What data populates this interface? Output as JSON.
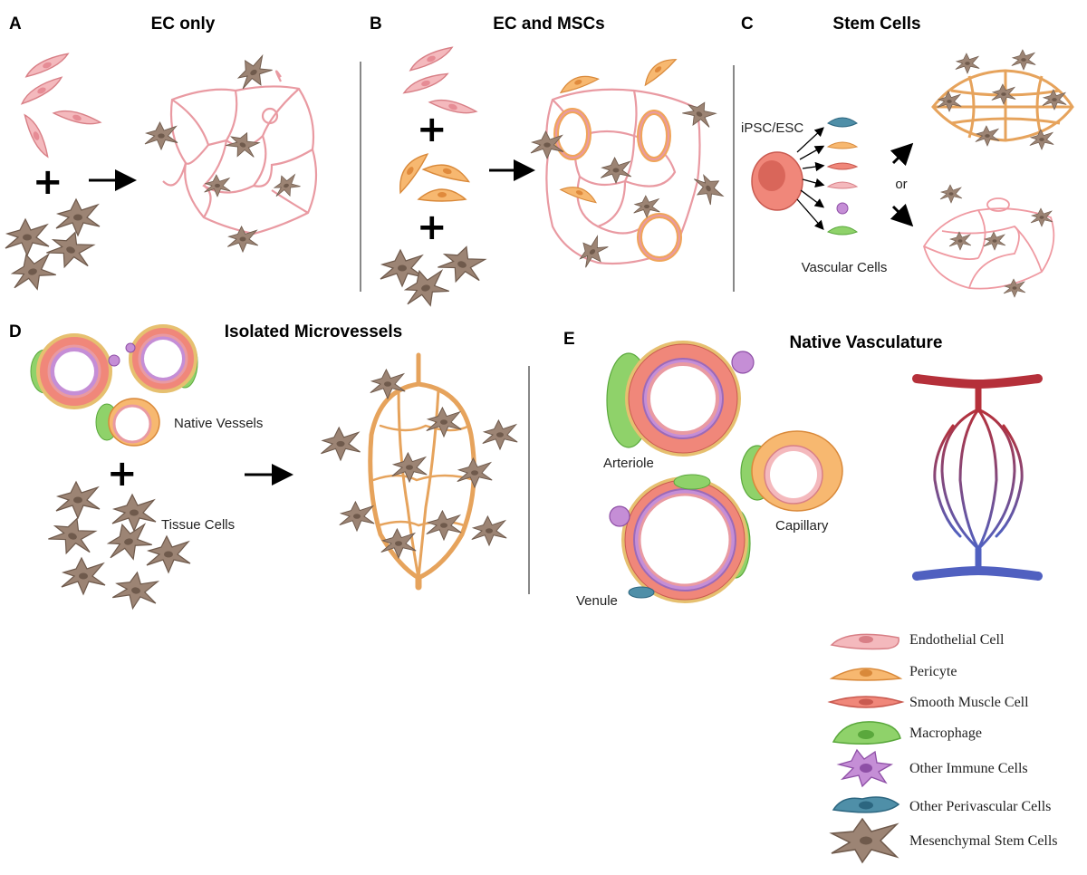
{
  "panels": {
    "a": {
      "letter": "A",
      "title": "EC only"
    },
    "b": {
      "letter": "B",
      "title": "EC and MSCs"
    },
    "c": {
      "letter": "C",
      "title": "Stem Cells",
      "source_label": "iPSC/ESC",
      "or_label": "or",
      "vascular_label": "Vascular Cells"
    },
    "d": {
      "letter": "D",
      "title": "Isolated Microvessels",
      "native_label": "Native Vessels",
      "tissue_label": "Tissue Cells"
    },
    "e": {
      "letter": "E",
      "title": "Native Vasculature",
      "arteriole_label": "Arteriole",
      "capillary_label": "Capillary",
      "venule_label": "Venule"
    }
  },
  "operators": {
    "plus": "+"
  },
  "legend": [
    {
      "label": "Endothelial Cell",
      "icon": "endothelial-cell-icon",
      "color": "#f4b9bd",
      "stroke": "#d87f86"
    },
    {
      "label": "Pericyte",
      "icon": "pericyte-icon",
      "color": "#f7b870",
      "stroke": "#d9893a"
    },
    {
      "label": "Smooth Muscle Cell",
      "icon": "smooth-muscle-cell-icon",
      "color": "#f0877a",
      "stroke": "#c95a50"
    },
    {
      "label": "Macrophage",
      "icon": "macrophage-icon",
      "color": "#8fd26a",
      "stroke": "#5aa83c"
    },
    {
      "label": "Other Immune Cells",
      "icon": "immune-cell-icon",
      "color": "#c58ed6",
      "stroke": "#8e4fa6"
    },
    {
      "label": "Other Perivascular Cells",
      "icon": "perivascular-cell-icon",
      "color": "#4f8fa8",
      "stroke": "#2c6680"
    },
    {
      "label": "Mesenchymal Stem Cells",
      "icon": "mesenchymal-stem-cell-icon",
      "color": "#9c8474",
      "stroke": "#6f5a4c"
    }
  ],
  "colors": {
    "endothelial": "#f4b9bd",
    "pericyte": "#f7b870",
    "smooth_muscle": "#f0877a",
    "macrophage": "#8fd26a",
    "immune": "#c58ed6",
    "perivascular": "#4f8fa8",
    "msc": "#9c8474",
    "artery": "#b5303a",
    "vein": "#5060c0"
  }
}
